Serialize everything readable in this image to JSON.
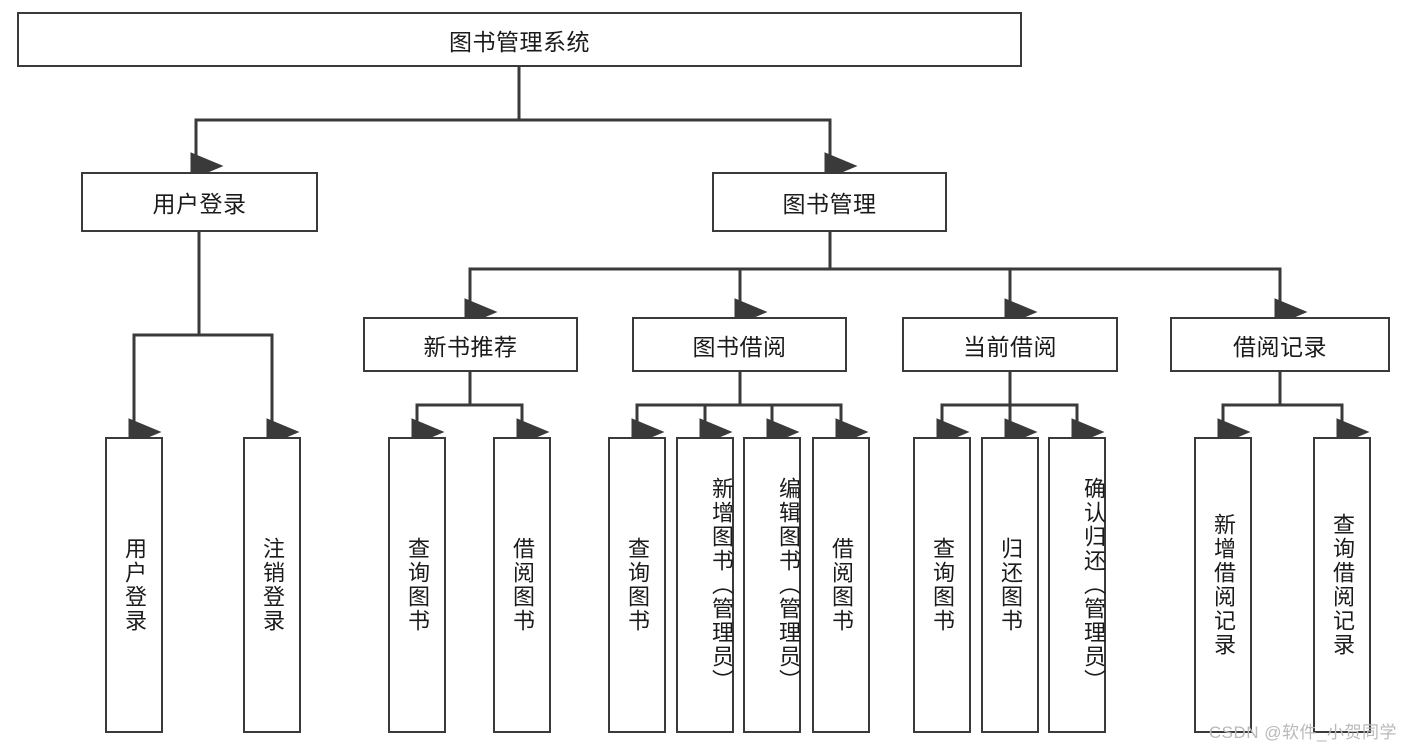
{
  "diagram": {
    "title": "图书管理系统",
    "watermark": "CSDN @软件_小贺同学",
    "colors": {
      "box_border": "#3a3a3a",
      "box_fill": "#ffffff",
      "edge": "#3a3a3a",
      "text": "#1b1b1b",
      "watermark": "#b9b9b9",
      "background": "#ffffff"
    },
    "levels": {
      "root": {
        "label": "图书管理系统"
      },
      "level2": [
        {
          "id": "user-login",
          "label": "用户登录"
        },
        {
          "id": "book-management",
          "label": "图书管理"
        }
      ],
      "level3": [
        {
          "id": "new-book-recommend",
          "label": "新书推荐",
          "parent": "book-management"
        },
        {
          "id": "book-borrow",
          "label": "图书借阅",
          "parent": "book-management"
        },
        {
          "id": "current-borrow",
          "label": "当前借阅",
          "parent": "book-management"
        },
        {
          "id": "borrow-record",
          "label": "借阅记录",
          "parent": "book-management"
        }
      ],
      "leaves": [
        {
          "id": "leaf-user-login",
          "label": "用户登录",
          "parent": "user-login"
        },
        {
          "id": "leaf-logout",
          "label": "注销登录",
          "parent": "user-login"
        },
        {
          "id": "leaf-query-book-1",
          "label": "查询图书",
          "parent": "new-book-recommend"
        },
        {
          "id": "leaf-borrow-book-1",
          "label": "借阅图书",
          "parent": "new-book-recommend"
        },
        {
          "id": "leaf-query-book-2",
          "label": "查询图书",
          "parent": "book-borrow"
        },
        {
          "id": "leaf-add-book",
          "label": "新增图书（管理员）",
          "parent": "book-borrow"
        },
        {
          "id": "leaf-edit-book",
          "label": "编辑图书（管理员）",
          "parent": "book-borrow"
        },
        {
          "id": "leaf-borrow-book-2",
          "label": "借阅图书",
          "parent": "book-borrow"
        },
        {
          "id": "leaf-query-book-3",
          "label": "查询图书",
          "parent": "current-borrow"
        },
        {
          "id": "leaf-return-book",
          "label": "归还图书",
          "parent": "current-borrow"
        },
        {
          "id": "leaf-confirm-return",
          "label": "确认归还（管理员）",
          "parent": "current-borrow"
        },
        {
          "id": "leaf-add-record",
          "label": "新增借阅记录",
          "parent": "borrow-record"
        },
        {
          "id": "leaf-query-record",
          "label": "查询借阅记录",
          "parent": "borrow-record"
        }
      ]
    }
  }
}
